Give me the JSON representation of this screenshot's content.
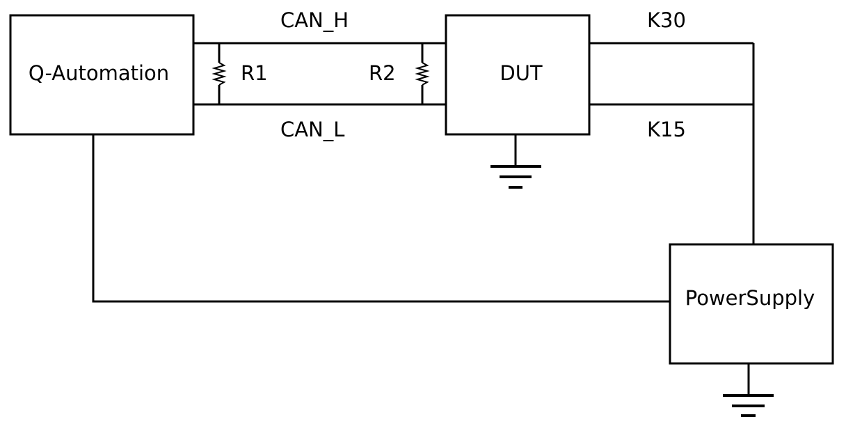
{
  "blocks": {
    "q_automation": "Q-Automation",
    "dut": "DUT",
    "power_supply": "PowerSupply"
  },
  "resistors": {
    "r1": "R1",
    "r2": "R2"
  },
  "signals": {
    "can_h": "CAN_H",
    "can_l": "CAN_L",
    "k30": "K30",
    "k15": "K15"
  }
}
